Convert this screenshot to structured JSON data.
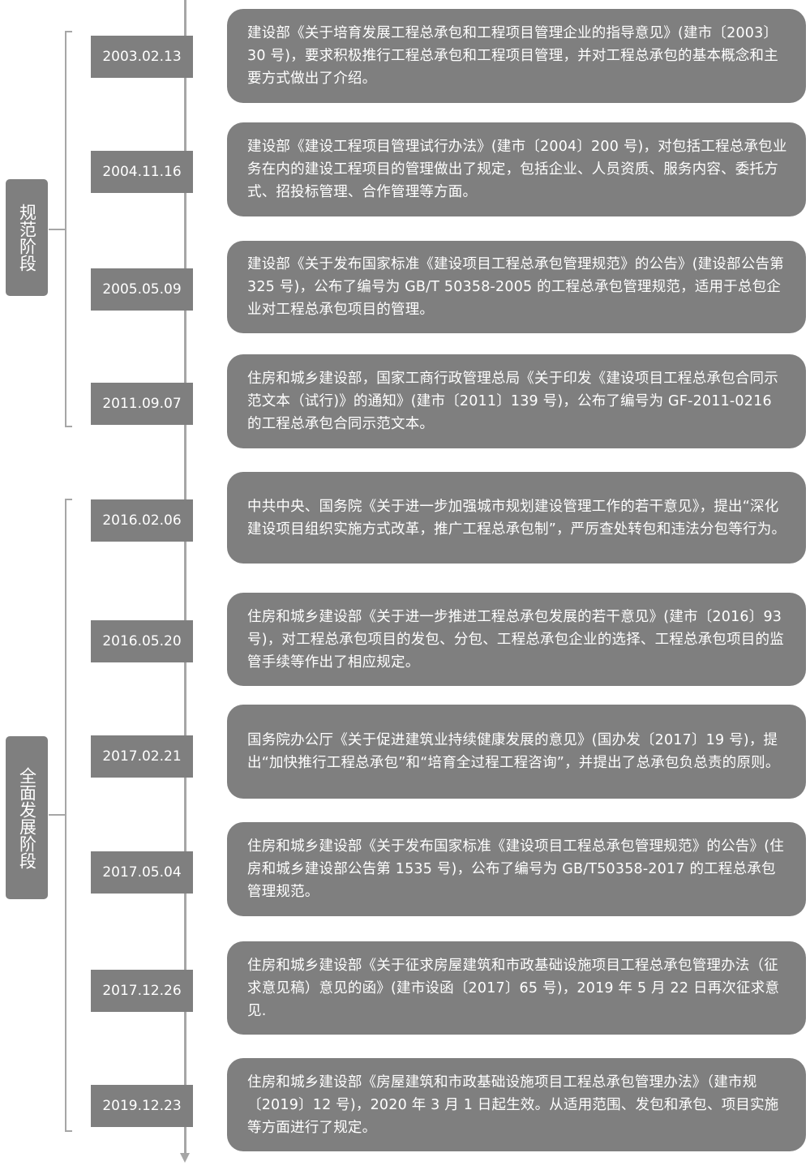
{
  "stages": [
    {
      "label": "规范阶段"
    },
    {
      "label": "全面发展阶段"
    }
  ],
  "events": [
    {
      "date": "2003.02.13",
      "text": "建设部《关于培育发展工程总承包和工程项目管理企业的指导意见》(建市〔2003〕30 号)，要求积极推行工程总承包和工程项目管理，并对工程总承包的基本概念和主要方式做出了介绍。"
    },
    {
      "date": "2004.11.16",
      "text": "建设部《建设工程项目管理试行办法》(建市〔2004〕200 号)，对包括工程总承包业务在内的建设工程项目的管理做出了规定，包括企业、人员资质、服务内容、委托方式、招投标管理、合作管理等方面。"
    },
    {
      "date": "2005.05.09",
      "text": "建设部《关于发布国家标准《建设项目工程总承包管理规范》的公告》(建设部公告第 325 号)，公布了编号为 GB/T 50358-2005 的工程总承包管理规范，适用于总包企业对工程总承包项目的管理。"
    },
    {
      "date": "2011.09.07",
      "text": "住房和城乡建设部，国家工商行政管理总局《关于印发《建设项目工程总承包合同示范文本（试行)》的通知》(建市〔2011〕139 号)，公布了编号为 GF-2011-0216 的工程总承包合同示范文本。"
    },
    {
      "date": "2016.02.06",
      "text": "中共中央、国务院《关于进一步加强城市规划建设管理工作的若干意见》，提出“深化建设项目组织实施方式改革，推广工程总承包制”，严厉查处转包和违法分包等行为。"
    },
    {
      "date": "2016.05.20",
      "text": "住房和城乡建设部《关于进一步推进工程总承包发展的若干意见》(建市〔2016〕93 号)，对工程总承包项目的发包、分包、工程总承包企业的选择、工程总承包项目的监管手续等作出了相应规定。"
    },
    {
      "date": "2017.02.21",
      "text": "国务院办公厅《关于促进建筑业持续健康发展的意见》(国办发〔2017〕19 号)，提出“加快推行工程总承包”和“培育全过程工程咨询”，并提出了总承包负总责的原则。"
    },
    {
      "date": "2017.05.04",
      "text": "住房和城乡建设部《关于发布国家标准《建设项目工程总承包管理规范》的公告》(住房和城乡建设部公告第 1535 号)，公布了编号为 GB/T50358-2017 的工程总承包管理规范。"
    },
    {
      "date": "2017.12.26",
      "text": "住房和城乡建设部《关于征求房屋建筑和市政基础设施项目工程总承包管理办法（征求意见稿）意见的函》(建市设函〔2017〕65 号)，2019 年 5 月 22 日再次征求意见."
    },
    {
      "date": "2019.12.23",
      "text": "住房和城乡建设部《房屋建筑和市政基础设施项目工程总承包管理办法》（建市规〔2019〕12 号)，2020 年 3 月 1 日起生效。从适用范围、发包和承包、项目实施等方面进行了规定。"
    }
  ],
  "colors": {
    "box": "#7f7f7f",
    "line": "#a6a6a6",
    "text": "#ffffff"
  }
}
